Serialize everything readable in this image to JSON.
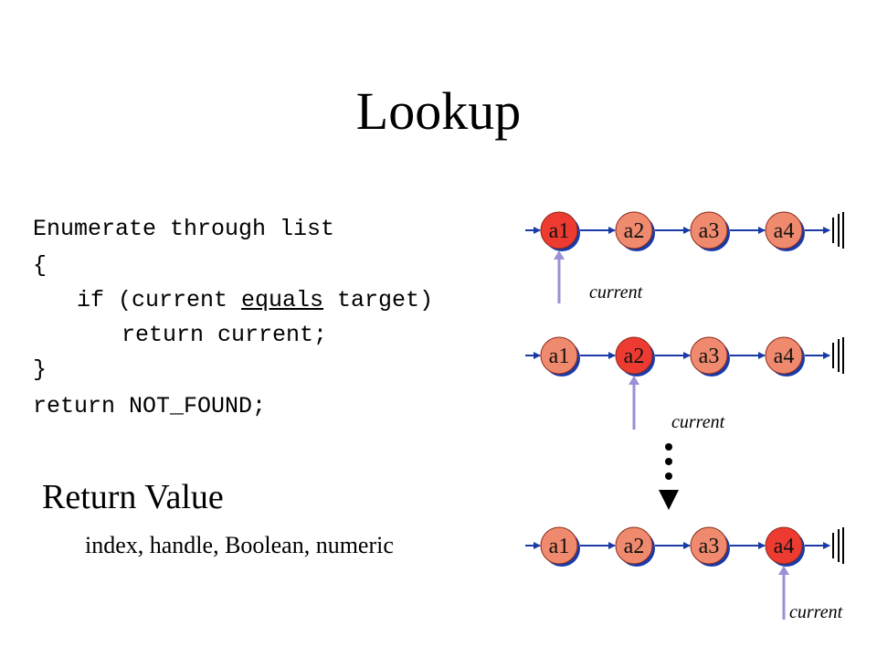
{
  "title": "Lookup",
  "code": {
    "line1": "Enumerate through list",
    "line2": "{",
    "line3_pre": "if (current ",
    "line3_kw": "equals",
    "line3_post": " target)",
    "line4": "return current;",
    "line5": "}",
    "line6": "return NOT_FOUND;"
  },
  "return_value": {
    "heading": "Return Value",
    "options": "index, handle, Boolean, numeric"
  },
  "lists": [
    {
      "nodes": [
        "a1",
        "a2",
        "a3",
        "a4"
      ],
      "current_index": 0,
      "pointer_label": "current"
    },
    {
      "nodes": [
        "a1",
        "a2",
        "a3",
        "a4"
      ],
      "current_index": 1,
      "pointer_label": "current"
    },
    {
      "nodes": [
        "a1",
        "a2",
        "a3",
        "a4"
      ],
      "current_index": 3,
      "pointer_label": "current"
    }
  ],
  "colors": {
    "current_node": "#ee3b32",
    "other_node": "#f08a6e",
    "node_shadow": "#1a3aa8",
    "arrow": "#1a3aa8",
    "pointer": "#9b8fd6"
  }
}
